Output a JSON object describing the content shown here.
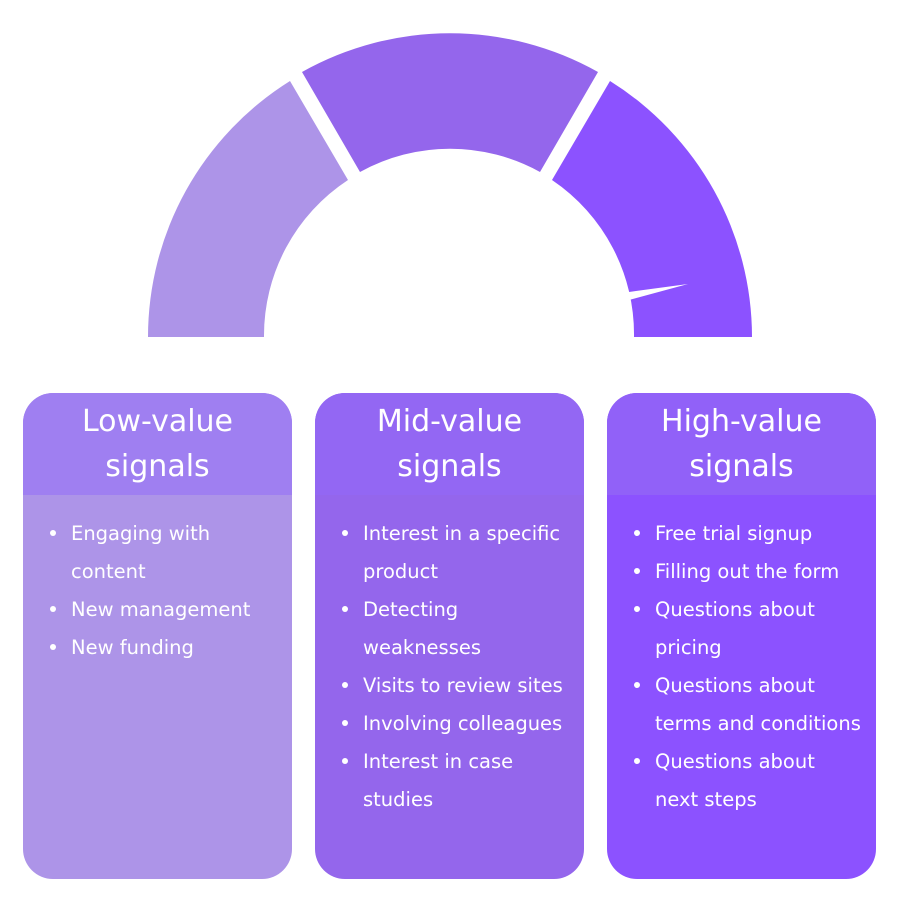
{
  "colors": {
    "low_body": "#ad94e8",
    "low_header": "#9f7ff1",
    "mid_body": "#9466ec",
    "mid_header": "#9367f3",
    "high_body": "#8c52ff",
    "high_header": "#9161f8",
    "gauge_low": "#ad94e8",
    "gauge_mid": "#9466ec",
    "gauge_high": "#8c52ff"
  },
  "cards": [
    {
      "title_line1": "Low-value",
      "title_line2": "signals",
      "items": [
        "Engaging with content",
        "New management",
        "New funding"
      ]
    },
    {
      "title_line1": "Mid-value",
      "title_line2": "signals",
      "items": [
        "Interest in a specific product",
        "Detecting weaknesses",
        "Visits to review sites",
        "Involving colleagues",
        "Interest in case studies"
      ]
    },
    {
      "title_line1": "High-value",
      "title_line2": "signals",
      "items": [
        "Free trial signup",
        "Filling out the form",
        "Questions about pricing",
        "Questions about terms and conditions",
        "Questions about next steps"
      ]
    }
  ]
}
